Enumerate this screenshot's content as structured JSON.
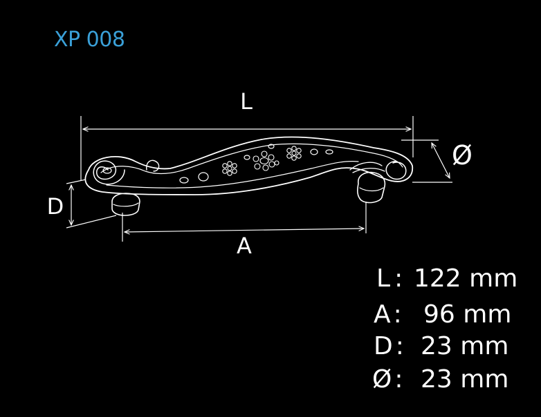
{
  "product_code": "XP 008",
  "dimension_labels": {
    "length": "L",
    "spacing": "A",
    "depth": "D",
    "diameter": "Ø"
  },
  "specs": [
    {
      "key": "L",
      "separator": ":",
      "value": "122 mm"
    },
    {
      "key": "A",
      "separator": ":",
      "value": "96 mm"
    },
    {
      "key": "D",
      "separator": ":",
      "value": "23 mm"
    },
    {
      "key": "Ø",
      "separator": ":",
      "value": "23 mm"
    }
  ],
  "colors": {
    "background": "#000000",
    "line": "#ffffff",
    "product_code": "#3aa0d8"
  }
}
